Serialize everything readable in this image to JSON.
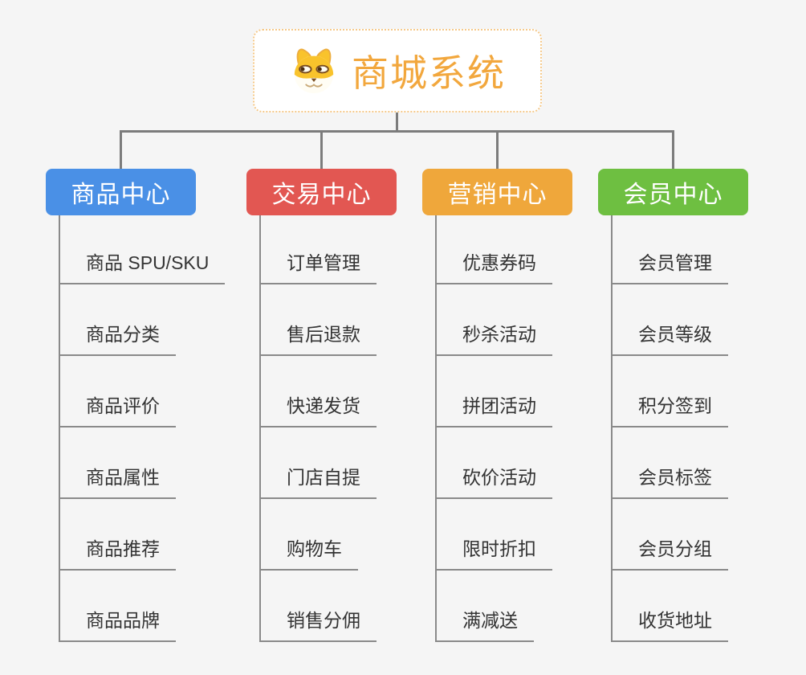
{
  "canvas": {
    "background": "#F5F5F5",
    "connector_color": "#7C7C7C",
    "branch_line_color": "#8A8A8A",
    "leaf_text_color": "#333333"
  },
  "root": {
    "title": "商城系统",
    "icon": "dog-icon",
    "text_color": "#F2A73D",
    "border_color": "#F5C98A",
    "background": "#FFFFFF"
  },
  "branches": [
    {
      "label": "商品中心",
      "color": "#4A90E6",
      "children": [
        "商品 SPU/SKU",
        "商品分类",
        "商品评价",
        "商品属性",
        "商品推荐",
        "商品品牌"
      ]
    },
    {
      "label": "交易中心",
      "color": "#E25752",
      "children": [
        "订单管理",
        "售后退款",
        "快递发货",
        "门店自提",
        "购物车",
        "销售分佣"
      ]
    },
    {
      "label": "营销中心",
      "color": "#EFA73B",
      "children": [
        "优惠券码",
        "秒杀活动",
        "拼团活动",
        "砍价活动",
        "限时折扣",
        "满减送"
      ]
    },
    {
      "label": "会员中心",
      "color": "#6EBF41",
      "children": [
        "会员管理",
        "会员等级",
        "积分签到",
        "会员标签",
        "会员分组",
        "收货地址"
      ]
    }
  ]
}
